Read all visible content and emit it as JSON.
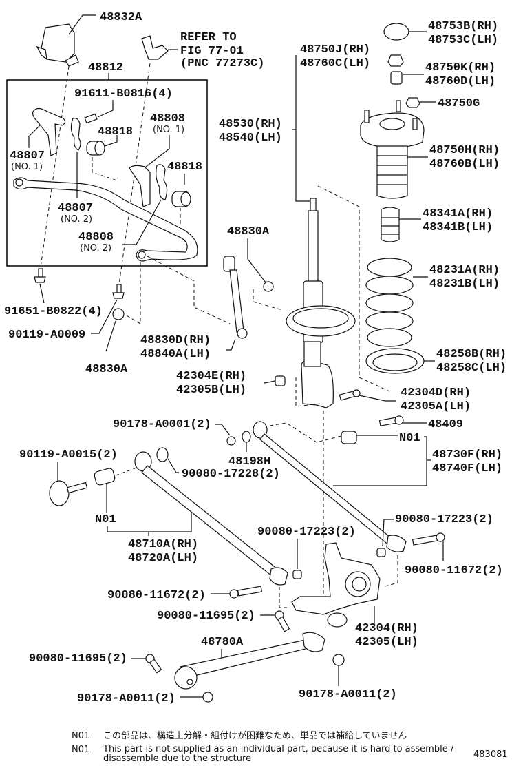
{
  "diagram": {
    "figure_id": "483081",
    "labels": {
      "p48832A": "48832A",
      "refer1": "REFER TO",
      "refer2": "FIG 77-01",
      "refer3": "(PNC 77273C)",
      "p48812": "48812",
      "p91611": "91611-B0816(4)",
      "p48808_1": "48808",
      "p48808_1_no": "(NO. 1)",
      "p48818_a": "48818",
      "p48818_b": "48818",
      "p48807_1": "48807",
      "p48807_1_no": "(NO. 1)",
      "p48807_2": "48807",
      "p48807_2_no": "(NO. 2)",
      "p48808_2": "48808",
      "p48808_2_no": "(NO. 2)",
      "p91651": "91651-B0822(4)",
      "p90119_9": "90119-A0009",
      "p48830A_a": "48830A",
      "p48830A_b": "48830A",
      "p48830D": "48830D(RH)",
      "p48840A": "48840A(LH)",
      "p48750J": "48750J(RH)",
      "p48760C": "48760C(LH)",
      "p48530": "48530(RH)",
      "p48540": "48540(LH)",
      "p48753B": "48753B(RH)",
      "p48753C": "48753C(LH)",
      "p48750K": "48750K(RH)",
      "p48760D": "48760D(LH)",
      "p48750G": "48750G",
      "p48750H": "48750H(RH)",
      "p48760B": "48760B(LH)",
      "p48341A": "48341A(RH)",
      "p48341B": "48341B(LH)",
      "p48231A": "48231A(RH)",
      "p48231B": "48231B(LH)",
      "p48258B": "48258B(RH)",
      "p48258C": "48258C(LH)",
      "p42304E": "42304E(RH)",
      "p42305B": "42305B(LH)",
      "p42304D": "42304D(RH)",
      "p42305A": "42305A(LH)",
      "p90178_1": "90178-A0001(2)",
      "p48198H": "48198H",
      "p48409": "48409",
      "pN01_a": "N01",
      "pN01_b": "N01",
      "p48730F": "48730F(RH)",
      "p48740F": "48740F(LH)",
      "p90119_15": "90119-A0015(2)",
      "p90080_17228": "90080-17228(2)",
      "p48710A": "48710A(RH)",
      "p48720A": "48720A(LH)",
      "p90080_17223_a": "90080-17223(2)",
      "p90080_17223_b": "90080-17223(2)",
      "p90080_11672_a": "90080-11672(2)",
      "p90080_11672_b": "90080-11672(2)",
      "p90080_11695_a": "90080-11695(2)",
      "p90080_11695_b": "90080-11695(2)",
      "p42304": "42304(RH)",
      "p42305": "42305(LH)",
      "p48780A": "48780A",
      "p90178_11a": "90178-A0011(2)",
      "p90178_11b": "90178-A0011(2)"
    },
    "notes": {
      "jp_code": "N01",
      "jp_text": "この部品は、構造上分解・組付けが困難なため、単品では補給していません",
      "en_code": "N01",
      "en_text_1": "This part is not supplied as an individual part, because it is hard to assemble /",
      "en_text_2": "disassemble due to the structure"
    }
  }
}
